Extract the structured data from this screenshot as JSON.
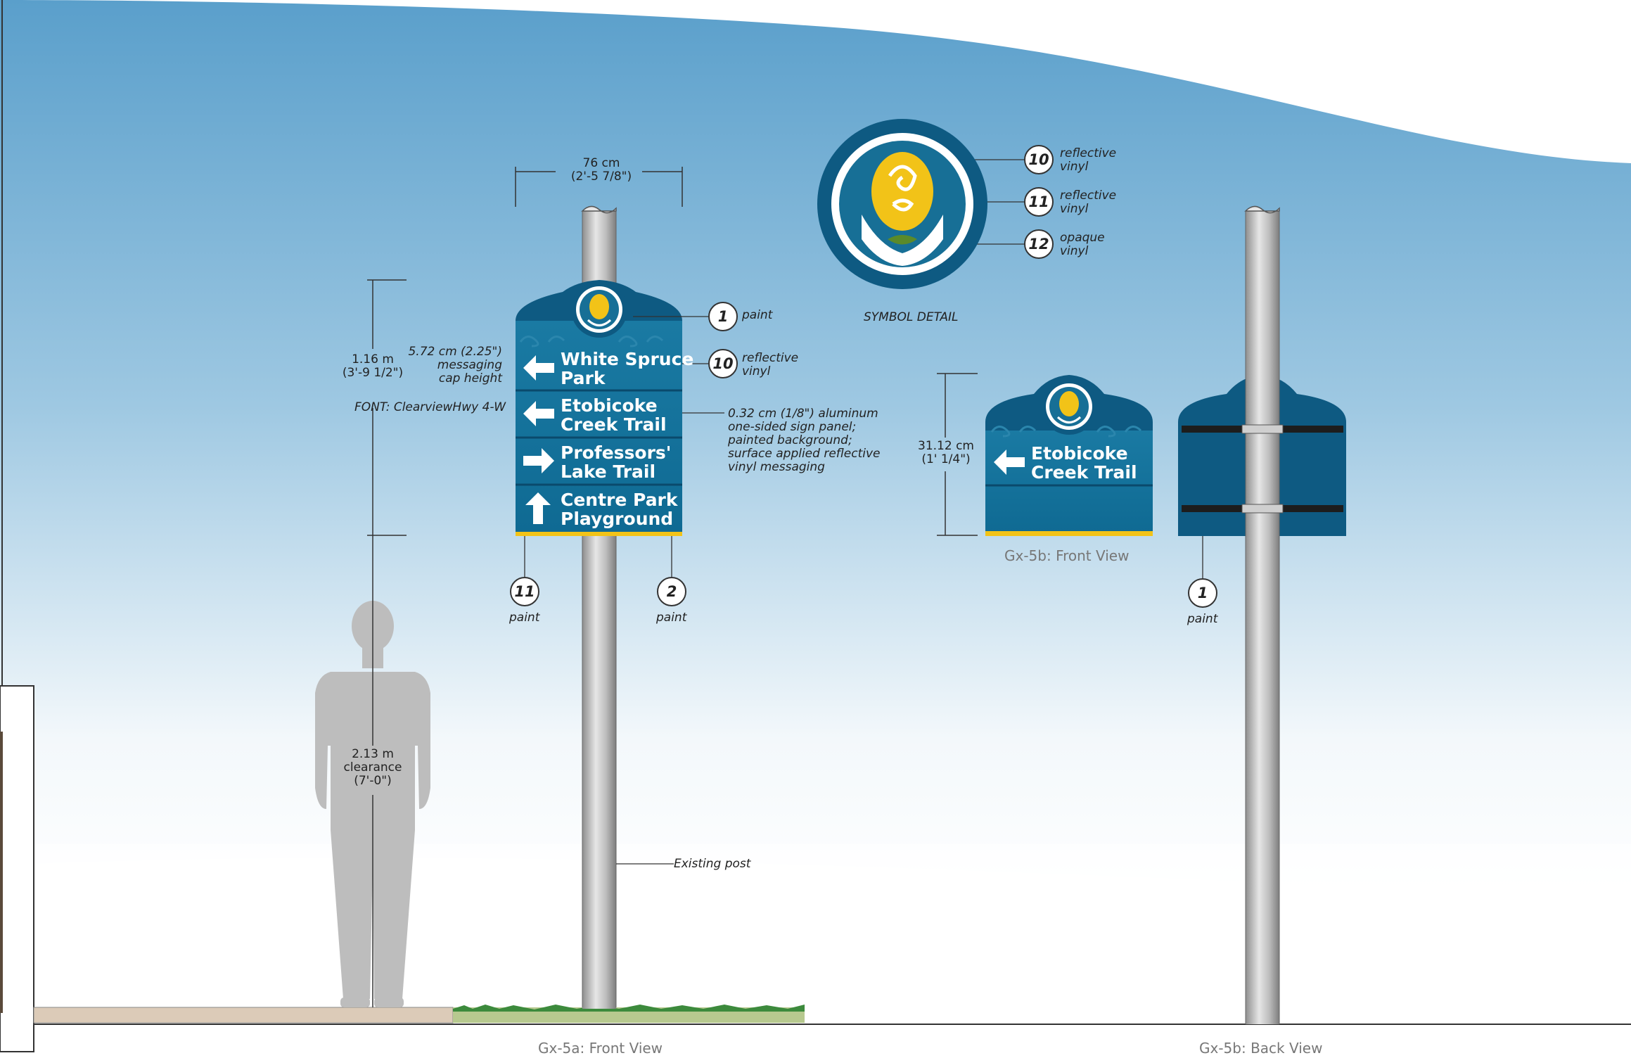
{
  "views": {
    "front_a": "Gx-5a: Front View",
    "back_b": "Gx-5b: Back View",
    "front_b": "Gx-5b: Front View"
  },
  "symbol_detail": "SYMBOL DETAIL",
  "sign_a": {
    "rows": [
      {
        "direction": "left",
        "line1": "White Spruce",
        "line2": "Park"
      },
      {
        "direction": "left",
        "line1": "Etobicoke",
        "line2": "Creek Trail"
      },
      {
        "direction": "right",
        "line1": "Professors'",
        "line2": "Lake Trail"
      },
      {
        "direction": "up",
        "line1": "Centre Park",
        "line2": "Playground"
      }
    ]
  },
  "sign_b": {
    "row": {
      "direction": "left",
      "line1": "Etobicoke",
      "line2": "Creek Trail"
    }
  },
  "dimensions": {
    "width_a_1": "76 cm",
    "width_a_2": "(2'-5 7/8\")",
    "height_a_1": "1.16 m",
    "height_a_2": "(3'-9 1/2\")",
    "clearance_1": "2.13 m",
    "clearance_2": "clearance",
    "clearance_3": "(7'-0\")",
    "height_b_1": "31.12 cm",
    "height_b_2": "(1' 1/4\")"
  },
  "notes": {
    "cap_1": "5.72 cm (2.25\")",
    "cap_2": "messaging",
    "cap_3": "cap height",
    "font": "FONT: ClearviewHwy 4-W",
    "panel_1": "0.32 cm (1/8\") aluminum",
    "panel_2": "one-sided sign panel;",
    "panel_3": "painted background;",
    "panel_4": "surface applied reflective",
    "panel_5": "vinyl messaging",
    "existing_post": "Existing post"
  },
  "callouts": {
    "a_top": {
      "num": "1",
      "l1": "paint"
    },
    "a_vinyl": {
      "num": "10",
      "l1": "reflective",
      "l2": "vinyl"
    },
    "a_left": {
      "num": "11",
      "l1": "paint"
    },
    "a_right": {
      "num": "2",
      "l1": "paint"
    },
    "sym_10": {
      "num": "10",
      "l1": "reflective",
      "l2": "vinyl"
    },
    "sym_11": {
      "num": "11",
      "l1": "reflective",
      "l2": "vinyl"
    },
    "sym_12": {
      "num": "12",
      "l1": "opaque",
      "l2": "vinyl"
    },
    "back_1": {
      "num": "1",
      "l1": "paint"
    }
  },
  "colors": {
    "sign_blue": "#176f96",
    "sign_dark": "#0e5a82",
    "accent_yellow": "#f2c318",
    "sky_top": "#5a9fcb"
  }
}
